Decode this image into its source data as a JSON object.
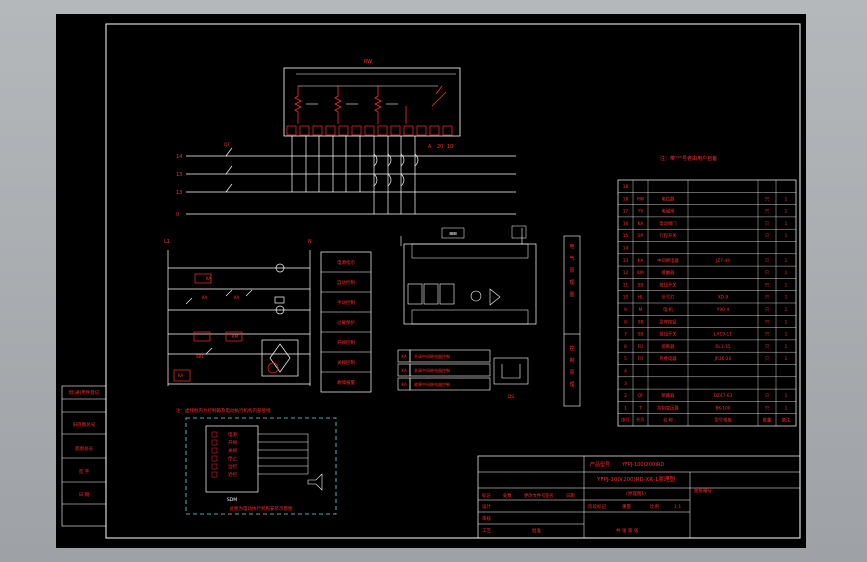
{
  "drawing": {
    "top_label": "RW",
    "note_top": "注：带\"*\"号者由用户自备",
    "note_mid": "注：虚线框内为控制箱及电动执行机构内部接线",
    "note_bottom": "此图为电动执行机构安装示意图",
    "terminal_top": [
      "A",
      "20",
      "10"
    ],
    "bus_labels": [
      "14",
      "13",
      "13",
      "0"
    ],
    "switch_label": "QF",
    "supply_labels": [
      "L1",
      "N"
    ],
    "switch_labels": [
      "KA",
      "KA",
      "KA"
    ],
    "button_labels": [
      "SB1",
      "KM",
      "KA"
    ],
    "vertical_right_1": "电\n气\n原\n理\n图",
    "vertical_right_2": "控\n制\n原\n理",
    "device_label": "SDM",
    "speaker_label": "",
    "relay_box_label": "DS"
  },
  "legend_boxes": [
    "电源指示",
    "自动控制",
    "手动控制",
    "过载保护",
    "开阀控制",
    "关阀控制",
    "故障报警"
  ],
  "relay_legend": [
    {
      "code": "KA",
      "text": "开阀中间继电器控制"
    },
    {
      "code": "KA",
      "text": "关阀中间继电器控制"
    },
    {
      "code": "KA",
      "text": "故障中间继电器控制"
    }
  ],
  "control_box_items": [
    "电源",
    "开阀",
    "关阀",
    "停止",
    "远控",
    "近控"
  ],
  "parts_table": {
    "headers": [
      "序号",
      "代号",
      "名 称",
      "型号规格",
      "数量",
      "备注"
    ],
    "rows": [
      [
        "18",
        "",
        "",
        "",
        "",
        ""
      ],
      [
        "18",
        "RW",
        "电位器",
        "",
        "只",
        "1"
      ],
      [
        "17",
        "YV",
        "电磁阀",
        "",
        "只",
        "1"
      ],
      [
        "16",
        "KA",
        "电动阀门",
        "",
        "只",
        "1"
      ],
      [
        "15",
        "SP",
        "行程开关",
        "",
        "只",
        "1"
      ],
      [
        "14",
        "",
        "",
        "",
        "",
        ""
      ],
      [
        "13",
        "KA",
        "中间继电器",
        "JZ7-44",
        "只",
        "1"
      ],
      [
        "12",
        "KM",
        "接触器",
        "",
        "只",
        "1"
      ],
      [
        "11",
        "SB",
        "按钮开关",
        "",
        "只",
        "1"
      ],
      [
        "10",
        "HL",
        "信号灯",
        "XD-9",
        "只",
        "1"
      ],
      [
        "9",
        "M",
        "电 机",
        "Y90-4",
        "只",
        "1"
      ],
      [
        "8",
        "SB",
        "急停按钮",
        "",
        "只",
        "1"
      ],
      [
        "7",
        "SB",
        "按钮开关",
        "LA19-11",
        "只",
        "1"
      ],
      [
        "6",
        "FU",
        "熔断器",
        "RL1-15",
        "只",
        "1"
      ],
      [
        "5",
        "FR",
        "热继电器",
        "JR36-20",
        "只",
        "1"
      ],
      [
        "4",
        "",
        "",
        "",
        "",
        ""
      ],
      [
        "3",
        "",
        "",
        "",
        "",
        ""
      ],
      [
        "2",
        "QF",
        "断路器",
        "DZ47-63",
        "只",
        "1"
      ],
      [
        "1",
        "T",
        "控制变压器",
        "BK-100",
        "只",
        "1"
      ]
    ]
  },
  "title_block": {
    "product_label": "产品型号",
    "product_code": "YFPJ-100(200)RD",
    "drawing_title": "YFPJ-100(200)RD-XR-1原理图",
    "subtitle": "(原理图1)",
    "drawing_no_label": "图纸编号",
    "rows_left": [
      "设计",
      "审核",
      "工艺",
      "批准"
    ],
    "header_cells": [
      "标记",
      "处数",
      "更改文件号",
      "签名",
      "日期"
    ],
    "stage_cells": [
      "阶段标记",
      "重量",
      "比例"
    ],
    "sheet_text": "共 张 第 张",
    "scale": "1:1"
  },
  "left_block": [
    "借(通)用件登记",
    "旧底图总号",
    "底图总号",
    "签 字",
    "日 期"
  ]
}
